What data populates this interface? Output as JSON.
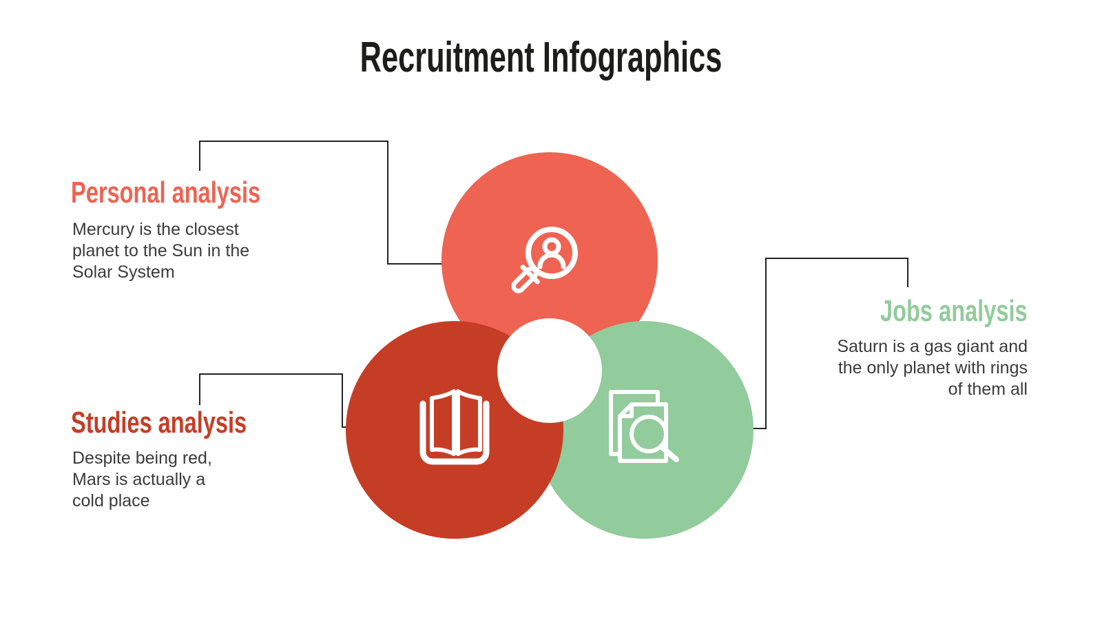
{
  "title": "Recruitment Infographics",
  "colors": {
    "coral": "#ee6352",
    "dark_red": "#c63d26",
    "green": "#92cb9c",
    "white": "#ffffff",
    "title_text": "#1d1d1b",
    "body_text": "#3b3b3b",
    "connector": "#222222"
  },
  "sections": {
    "personal": {
      "label": "Personal analysis",
      "body": "Mercury is the closest\nplanet to the Sun in the\nSolar System",
      "accent": "#ee6352",
      "icon": "person-search-icon"
    },
    "studies": {
      "label": "Studies analysis",
      "body": "Despite being red,\nMars is actually a\ncold place",
      "accent": "#c63d26",
      "icon": "open-book-icon"
    },
    "jobs": {
      "label": "Jobs analysis",
      "body": "Saturn is a gas giant and\nthe only planet with rings\nof them all",
      "accent": "#92cb9c",
      "icon": "document-search-icon"
    }
  }
}
